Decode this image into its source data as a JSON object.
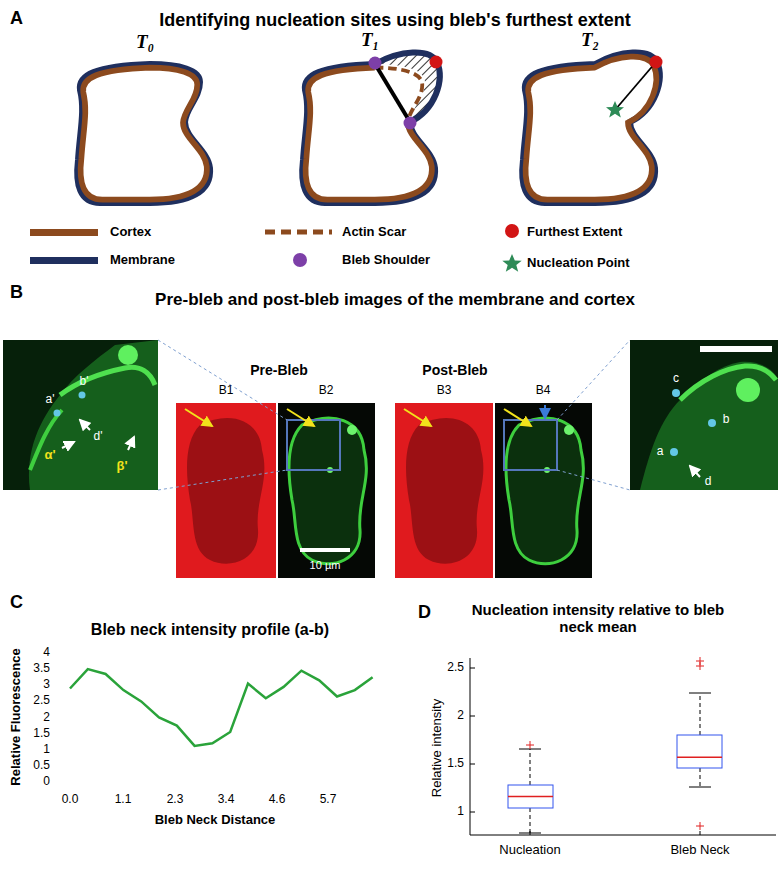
{
  "diagram": {
    "labels": [
      "A",
      "Identifying nucleation sites using bleb's furthest extent",
      "T₀",
      "T₁",
      "T₂",
      "B",
      "Pre-bleb and post-bleb images of the membrane and cortex",
      "b'",
      "a'",
      "d'",
      "α'",
      "β'",
      "Pre-Bleb",
      "Post-Bleb",
      "B1",
      "B2",
      "B3",
      "B4",
      "10 µm",
      "c",
      "b",
      "a",
      "d",
      "C",
      "Bleb neck intensity profile (a-b)",
      "4",
      "3.5",
      "3",
      "2.5",
      "2",
      "1.5",
      "1",
      "0.5",
      "0",
      "Relative Fluorescence",
      "0.0",
      "1.1",
      "2.3",
      "3.4",
      "4.6",
      "5.7",
      "Bleb Neck Distance",
      "D",
      "Nucleation intensity relative to bleb neck mean",
      "2.5",
      "2",
      "1.5",
      "1",
      "Relative intensity",
      "Nucleation",
      "Bleb Neck"
    ],
    "legend": [
      {
        "text": "Cortex",
        "color": "#8c4a1e"
      },
      {
        "text": "Actin Scar"
      },
      {
        "text": "Furthest Extent"
      },
      {
        "text": "Membrane",
        "color": "#1f2f5e"
      },
      {
        "text": "Bleb Shoulder"
      },
      {
        "text": "Nucleation Point"
      }
    ]
  }
}
